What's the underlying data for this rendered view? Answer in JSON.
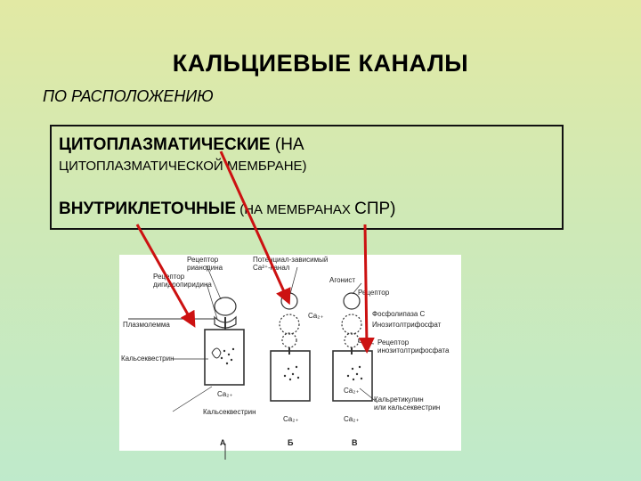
{
  "slide": {
    "title": "КАЛЬЦИЕВЫЕ КАНАЛЫ",
    "subtitle": "ПО РАСПОЛОЖЕНИЮ",
    "box": {
      "line1_bold": "ЦИТОПЛАЗМАТИЧЕСКИЕ",
      "line1_rest": " (НА",
      "line2": "ЦИТОПЛАЗМАТИЧЕСКОЙ МЕМБРАНЕ)",
      "line3_bold": "ВНУТРИКЛЕТОЧНЫЕ",
      "line3_rest": " (НА МЕМБРАНАХ ",
      "line3_big": "СПР",
      "line3_end": ")"
    }
  },
  "figure": {
    "labels": {
      "ryanodine_receptor": "Рецептор\nрианодина",
      "dhp_receptor": "Рецептор\nдигидропиридина",
      "plasmalemma": "Плазмолемма",
      "calsequestrin_left": "Кальсеквестрин",
      "calsequestrin_bottom": "Кальсеквестрин",
      "voltage_channel": "Потенциал-зависимый\nCa²⁺-канал",
      "agonist": "Агонист",
      "receptor": "Рецептор",
      "phospholipase": "Фосфолипаза С",
      "ip3": "Инозитолтрифосфат",
      "ip3_receptor": "Рецептор\nинозитолтрифосфата",
      "calreticulin": "Кальретикулин\nили кальсеквестрин",
      "ca_a": "Ca₂₊",
      "ca_b": "Ca₂₊",
      "ca_c": "Ca₂₊",
      "ca_d": "Ca₂₊",
      "ca_e": "Ca₂₊"
    },
    "panels": [
      "А",
      "Б",
      "В"
    ]
  },
  "colors": {
    "arrow": "#cc1111",
    "box_border": "#111111"
  }
}
